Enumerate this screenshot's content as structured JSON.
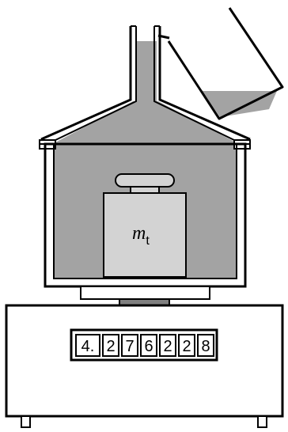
{
  "diagram": {
    "mass_label_main": "m",
    "mass_label_sub": "t",
    "display_digits": [
      "4.",
      "2",
      "7",
      "6",
      "2",
      "2",
      "8"
    ],
    "colors": {
      "liquid": "#a3a3a3",
      "weight": "#d3d3d3",
      "pan_support": "#808080",
      "outline": "#000000",
      "background": "#ffffff"
    }
  }
}
